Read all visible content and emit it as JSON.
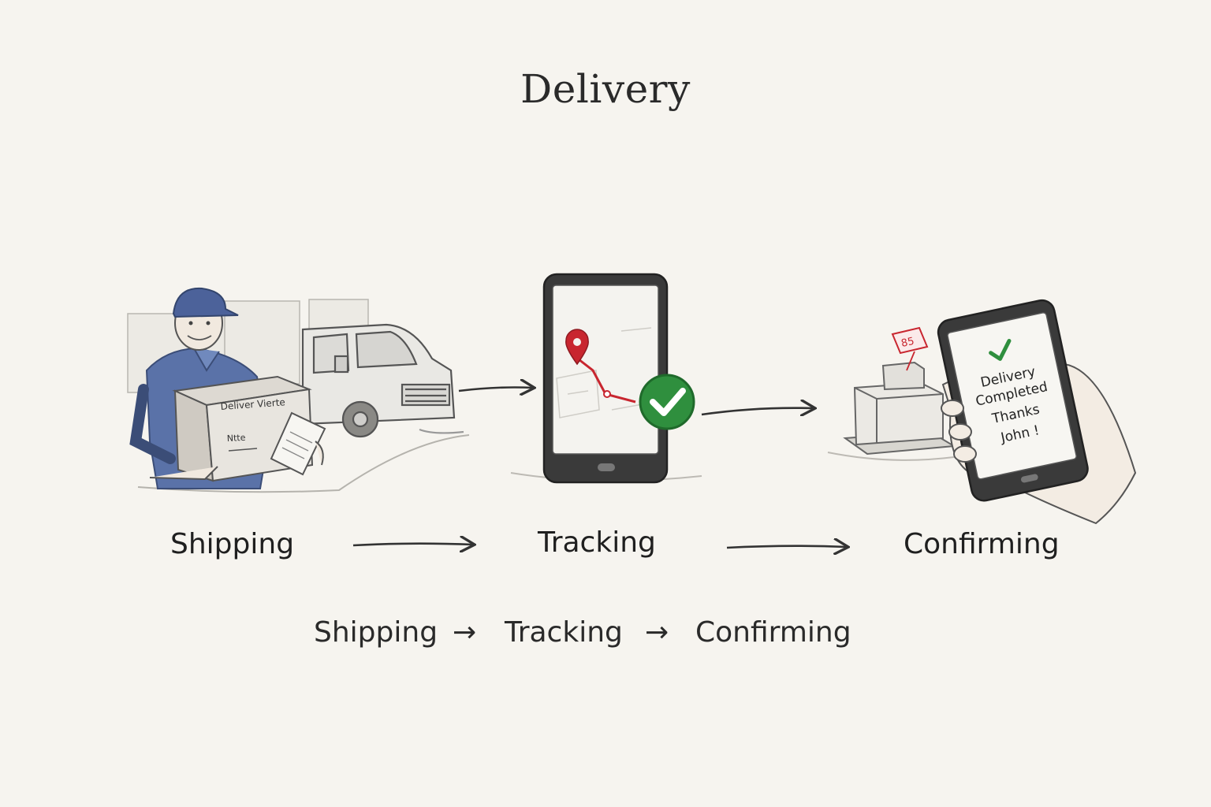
{
  "title": "Delivery",
  "steps": [
    {
      "label": "Shipping",
      "box_text": "Deliver Vierte",
      "note_text": "Ntte"
    },
    {
      "label": "Tracking"
    },
    {
      "label": "Confirming",
      "tag_text": "85",
      "screen_lines": [
        "Delivery",
        "Completed",
        "Thanks",
        "John !"
      ]
    }
  ],
  "summary": {
    "items": [
      "Shipping",
      "Tracking",
      "Confirming"
    ],
    "separator": "→"
  },
  "colors": {
    "background": "#f6f4ef",
    "uniform_blue": "#5a72a8",
    "route_red": "#c8262f",
    "check_green": "#2f8f3e"
  }
}
